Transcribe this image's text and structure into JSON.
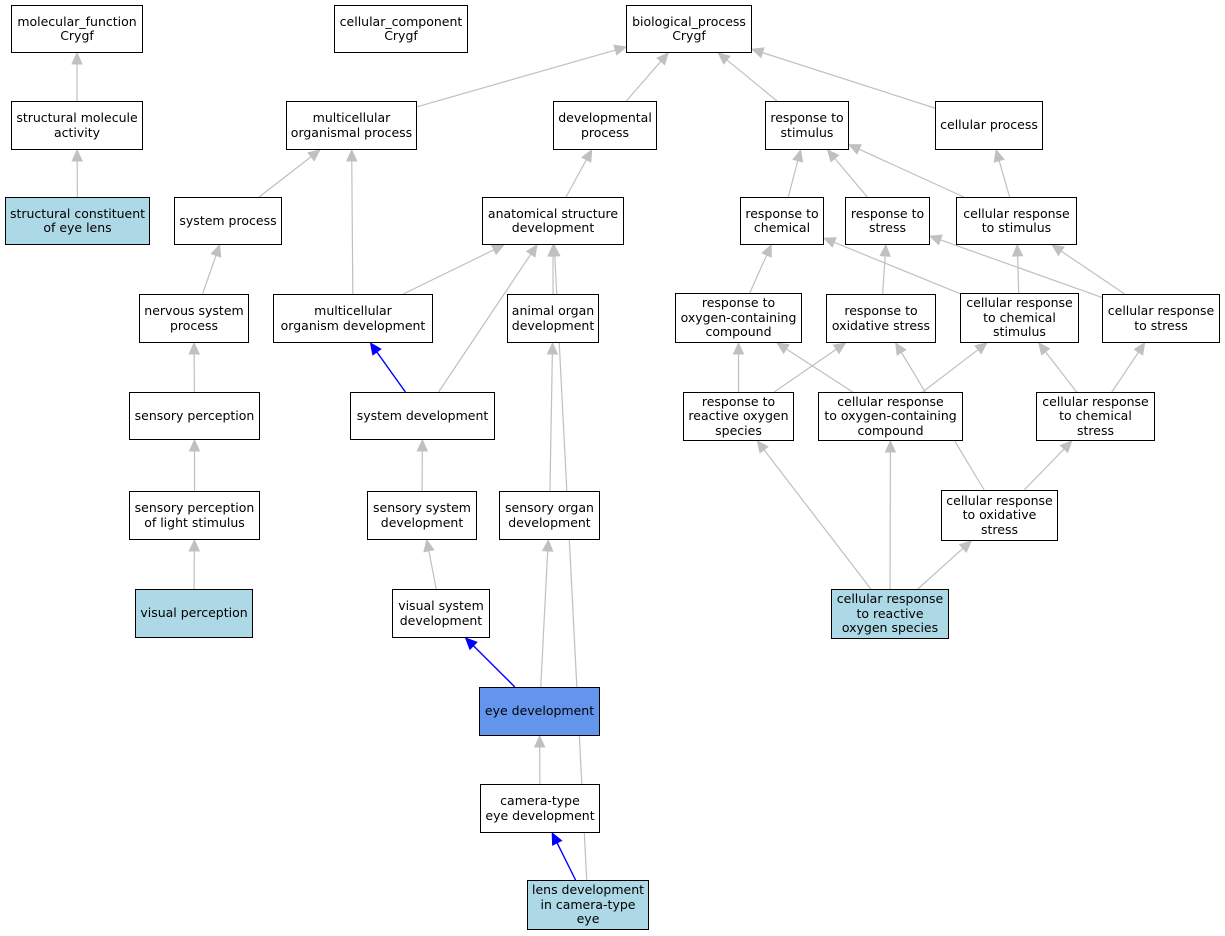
{
  "colors": {
    "edge_default": "#c0c0c0",
    "edge_highlight": "#0000ff",
    "node_fill": "#ffffff",
    "leaf_fill": "#add8e6",
    "focus_fill": "#6495ed"
  },
  "nodes": {
    "mf": "molecular_function\nCrygf",
    "cc": "cellular_component\nCrygf",
    "bp": "biological_process\nCrygf",
    "sma": "structural molecule\nactivity",
    "scel": "structural constituent\nof eye lens",
    "mop": "multicellular\norganismal process",
    "devp": "developmental\nprocess",
    "rts": "response to\nstimulus",
    "cp": "cellular process",
    "sp": "system process",
    "asd": "anatomical structure\ndevelopment",
    "rtc": "response to\nchemical",
    "rtst": "response to\nstress",
    "crs": "cellular response\nto stimulus",
    "nsp": "nervous system\nprocess",
    "mod": "multicellular\norganism development",
    "aod": "animal organ\ndevelopment",
    "rtocc": "response to\noxygen-containing\ncompound",
    "rtos": "response to\noxidative stress",
    "crcs": "cellular response\nto chemical\nstimulus",
    "crst": "cellular response\nto stress",
    "senp": "sensory perception",
    "sysd": "system development",
    "rtros": "response to\nreactive oxygen\nspecies",
    "crocc": "cellular response\nto oxygen-containing\ncompound",
    "crchs": "cellular response\nto chemical\nstress",
    "spls": "sensory perception\nof light stimulus",
    "ssd": "sensory system\ndevelopment",
    "sod": "sensory organ\ndevelopment",
    "cros": "cellular response\nto oxidative\nstress",
    "vp": "visual perception",
    "vsd": "visual system\ndevelopment",
    "crros": "cellular response\nto reactive\noxygen species",
    "ed": "eye development",
    "ctd": "camera-type\neye development",
    "ld": "lens development\nin camera-type\neye"
  },
  "edges": [
    {
      "from": "sma",
      "to": "mf"
    },
    {
      "from": "scel",
      "to": "sma"
    },
    {
      "from": "mop",
      "to": "bp"
    },
    {
      "from": "devp",
      "to": "bp"
    },
    {
      "from": "rts",
      "to": "bp"
    },
    {
      "from": "cp",
      "to": "bp"
    },
    {
      "from": "sp",
      "to": "mop"
    },
    {
      "from": "mod",
      "to": "mop"
    },
    {
      "from": "asd",
      "to": "devp"
    },
    {
      "from": "rtc",
      "to": "rts"
    },
    {
      "from": "rtst",
      "to": "rts"
    },
    {
      "from": "crs",
      "to": "rts"
    },
    {
      "from": "crs",
      "to": "cp"
    },
    {
      "from": "nsp",
      "to": "sp"
    },
    {
      "from": "senp",
      "to": "nsp"
    },
    {
      "from": "spls",
      "to": "senp"
    },
    {
      "from": "vp",
      "to": "spls"
    },
    {
      "from": "mod",
      "to": "asd"
    },
    {
      "from": "sysd",
      "to": "asd"
    },
    {
      "from": "aod",
      "to": "asd"
    },
    {
      "from": "ld",
      "to": "asd"
    },
    {
      "from": "sysd",
      "to": "mod",
      "highlight": true
    },
    {
      "from": "ssd",
      "to": "sysd"
    },
    {
      "from": "vsd",
      "to": "ssd"
    },
    {
      "from": "sod",
      "to": "aod"
    },
    {
      "from": "ed",
      "to": "vsd",
      "highlight": true
    },
    {
      "from": "ed",
      "to": "sod"
    },
    {
      "from": "ctd",
      "to": "ed"
    },
    {
      "from": "ld",
      "to": "ctd",
      "highlight": true
    },
    {
      "from": "rtocc",
      "to": "rtc"
    },
    {
      "from": "crcs",
      "to": "rtc"
    },
    {
      "from": "rtos",
      "to": "rtst"
    },
    {
      "from": "crst",
      "to": "rtst"
    },
    {
      "from": "crcs",
      "to": "crs"
    },
    {
      "from": "crst",
      "to": "crs"
    },
    {
      "from": "rtros",
      "to": "rtocc"
    },
    {
      "from": "crocc",
      "to": "rtocc"
    },
    {
      "from": "rtros",
      "to": "rtos"
    },
    {
      "from": "cros",
      "to": "rtos"
    },
    {
      "from": "crocc",
      "to": "crcs"
    },
    {
      "from": "crchs",
      "to": "crcs"
    },
    {
      "from": "crchs",
      "to": "crst"
    },
    {
      "from": "cros",
      "to": "crchs"
    },
    {
      "from": "crros",
      "to": "rtros"
    },
    {
      "from": "crros",
      "to": "crocc"
    },
    {
      "from": "crros",
      "to": "cros"
    }
  ]
}
